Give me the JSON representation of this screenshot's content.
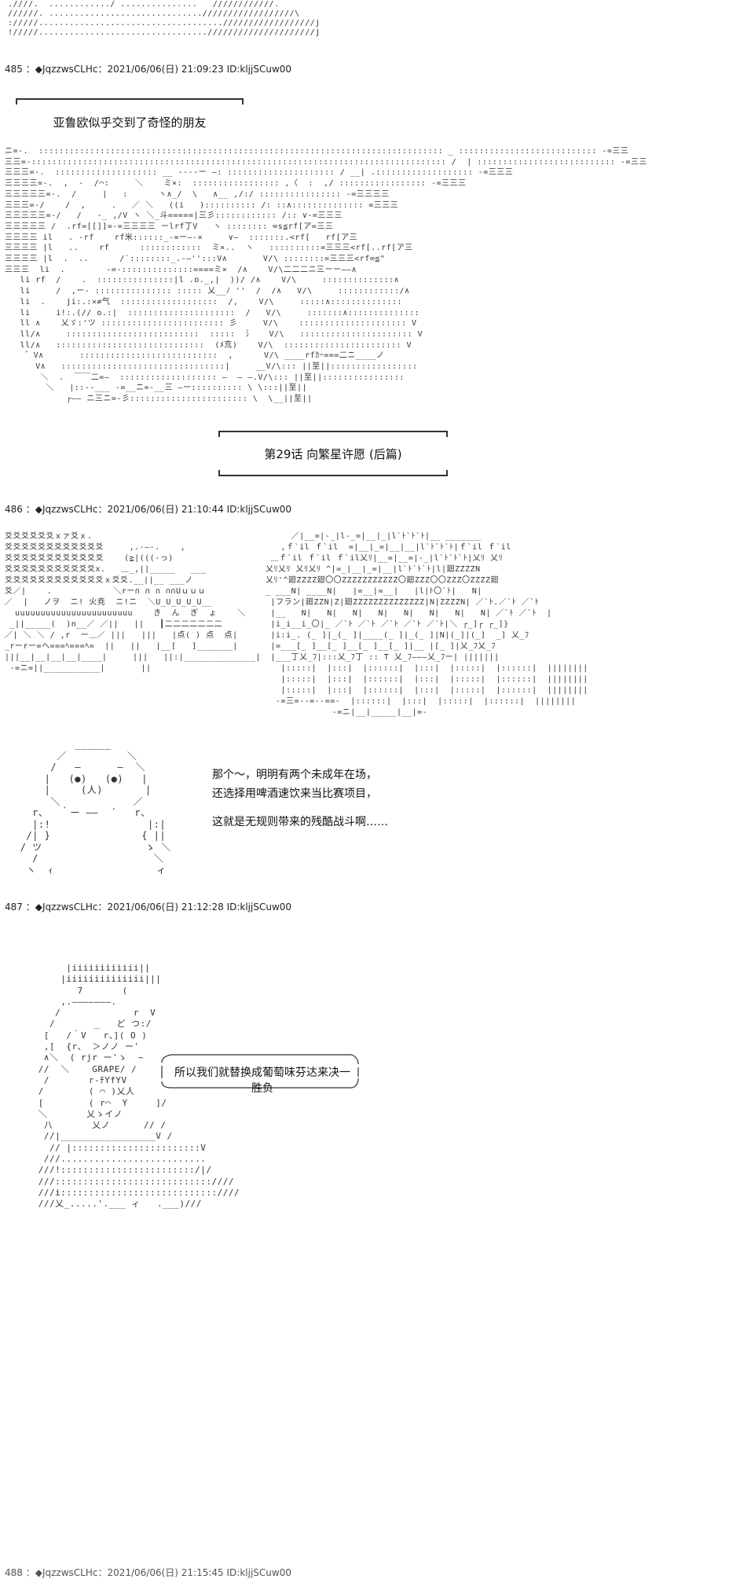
{
  "top_art": {
    "lines": [
      ".////.  ............/ ...............   ////////////.",
      "//////. ..............................//////////////////\\",
      "://///....................................//////////////////j",
      "!/////................................./////////////////////j"
    ]
  },
  "posts": [
    {
      "number": "485",
      "separator": "：",
      "name": "◆JqzzwsCLHc",
      "date": "2021/06/06(日) 21:09:23",
      "id": "ID:kljjSCuw00"
    },
    {
      "number": "486",
      "separator": "：",
      "name": "◆JqzzwsCLHc",
      "date": "2021/06/06(日) 21:10:44",
      "id": "ID:kljjSCuw00"
    },
    {
      "number": "487",
      "separator": "：",
      "name": "◆JqzzwsCLHc",
      "date": "2021/06/06(日) 21:12:28",
      "id": "ID:kljjSCuw00"
    }
  ],
  "post485": {
    "title": "亚鲁欧似乎交到了奇怪的朋友",
    "episode": "第29话    向繁星许愿    (后篇)",
    "art": [
      "ニ=-.  ::::::::::::::::::::::::::::::::::::::::::::::::::::::::::::::::::::::::::::::: _ ::::::::::::::::::::::::::: -=三三",
      "三三=-::::::::::::::::::::::::::::::::::::::::::::::::::::::::::::::::::::::::::::::::: /  | ::::::::::::::::::::::::::: -=三三",
      "三三三=-.  :::::::::::::::::::: __ ----ー ―: ::::::::::::::::::::: / __| .::::::::::::::::::: -=三三三",
      "三三三三=-.  ,  -  /⌒:     ＼    ミ×:  ::::::::::::::::: ,〈  :  ,/ ::::::::::::::::: -=三三三",
      "三三三三三=-.  /     |   :      ヽ∧_/  \\   ∧__ ,/:/ :::::::::::::::: -=三三三三",
      "三三三=-/    /  ,     .   ／ ＼   ((i   ):::::::::: /: ::∧:::::::::::::: =三三三",
      "三三三三三=-/   /   -_ ,/V ヽ ＼_斗=====|三彡:::::::::::: /:: ∨-=三三三",
      "三三三三三 /  .rf=[[]]=-=三三三三 ーlrf丁V   ヽ :::::::: ∞s≦rf[ア=三三",
      "三三三三 il   . -rf    rf米::::::_-=ー―-×     ∨―  :::::::.<rf[   rf[ア三",
      "三三三三 |l   ..    rf      ::::::::::::  ミ×..  ヽ   ::::::::::=三三三<rf[..rf[ア三",
      "三三三三 |l  .  ..      /`::::::::_.-―'':::V∧       V/\\ ::::::::=三三三<rf∞≦\"",
      "三三三  li  .        -=-::::::::::::::====ミ×  /∧    V/\\二二二ニ三ーー――∧",
      "   li rf  /    .  :::::::::::::::|l .o._,|  ))/ /∧    V/\\     ::::::::::::::∧",
      "   li     /  ,ー- ::::::::::::::: ::::: 乂__ﾉ ''  /  /∧   V/\\     ::::::::::::/∧",
      "   li  .    ji:.:×≠气  :::::::::::::::::::  /,    V/\\     :::::∧::::::::::::::",
      "   li     i!:.(// o.:|  :::::::::::::::::::::  /   V/\\     :::::::∧::::::::::::::",
      "   ll ∧    乂ゞ:'ツ :::::::::::::::::::::::: 彡     V/\\    ::::::::::::::::::::: V",
      "   ll/∧     ::::::::::::::::::::::::::  :::::  氵   V/\\   :::::::::::::::::::::: V",
      "   ll/∧   :::::::::::::::::::::::::::::  (ﾒ㐬)    V/\\  ::::::::::::::::::::::: V",
      "    ゛V∧       :::::::::::::::::::::::::::  ,      V/\\ ____rfｶｰ===二ニ____ノ",
      "      V∧   ::::::::::::::::::::::::::::::::|     __V/\\::: ||至||:::::::::::::::::",
      "       ＼  .  ￣￣二=―  ::::::::::::::::::: ―  ― ―.V/\\::: ||至||::::::::::::::::",
      "        ＼   |::--___ -=__ニ=-__三 ―ー:::::::::: \\ \\:::||至||",
      "            ┌―― ニ三ニ=-彡::::::::::::::::::::::: \\  \\__||至||"
    ]
  },
  "post486": {
    "art_left": [
      "爻爻爻爻爻爻ｘァ爻ｘ.",
      "爻爻爻爻爻爻爻爻爻爻爻爻     ,.-―-.    ,",
      "爻爻爻爻爻爻爻爻爻爻爻爻    (≧|(((-っ)",
      "爻爻爻爻爻爻爻爻爻爻爻x.   ＿_,||_____   ___",
      "爻爻爻爻爻爻爻爻爻爻爻爻ｘ爻爻.__||__ ___ノ",
      "爻／|    .            ＼rー∩ ∩ ∩ ∩∩Uｕｕｕ",
      "／  |   ノヲ  ニ! 火尭  ニ!ニ  ＼U_U_U_U_U__",
      "  uuuuuuuuuuuuuuuuuuuuuuu    き  ん  ぎ  ょ    ＼",
      " _||_____(  )n__／ ／||   ||   ┃二二二二二二二",
      "／| ＼ ＼ / ,r  ー＿／ |||   |||   |点( ) 点  点|",
      "_rーrー=ヘ===ﾍ===ﾍ=  ||   ||   |__[   ]_______|",
      "|||__|__|__|__|____|     |||   ||:|______________|",
      " -=ニ=||___________|       ||"
    ],
    "art_right": [
      "     ／|__=|-_|l-_=|__|_|l`ﾄ`ﾄ`ﾄ|__ _______",
      "   ,ｆ`il ｆ`il  =|__|_=|__|__|l`ﾄ`ﾄ`ﾄ|ｆ`il ｆ`il",
      " ＿ｆ`il ｆ`il ｆ`il乂ﾘ|__=|__=|-_|l`ﾄ`ﾄ`ﾄ|乂ﾘ 乂ﾘ",
      "乂ﾘ乂ﾘ 乂ﾘ乂ﾘ ^|=_|__|_=|__|l`ﾄ`ﾄ`ﾄ|l|廻ZZZZN",
      "乂ﾘ'^廻ZZZZ廻〇〇ZZZZZZZZZZZ〇廻ZZZ〇〇ZZZ〇ZZZZ廻",
      "_ ___N| ____N|   |=__|=__|   |l|ﾄ〇`ﾄ|   N|",
      " |フラン|廻ZZN|Z|廻ZZZZZZZZZZZZZZ|N|ZZZZN| ／`ﾄ.／`ﾄ ／`ﾄ",
      " |__   N|   N|   N|   N|   N|   N|   N|   N| ／`ﾄ ／`ﾄ  |",
      " |i_i__i_〇|_ ／`ﾄ ／`ﾄ ／`ﾄ ／`ﾄ ／`ﾄ|＼ ┌_]┌ ┌_]}",
      " |i:i_. (_ ]|_(_ ]|____(_ ]|_(_ ]|N|(_]|(_]  _] 乂_ﾌ",
      " |=___[_ ]__[_ ]__[_ ]__[_ ]|__ |[_ ]|乂_ﾌ乂_ﾌ",
      " |___丁乂_ﾌ|:::乂_ﾌ丁 :: T 乂_ﾌ―――乂_ﾌー| |||||||",
      "   |:::::|  |:::|  |::::::|  |:::|  |:::::|  |::::::|  ||||||||",
      "   |:::::|  |:::|  |::::::|  |:::|  |:::::|  |::::::|  ||||||||",
      "   |:::::|  |:::|  |::::::|  |:::|  |:::::|  |::::::|  ||||||||",
      "  -=三=--=--==-  |::::::|  |:::|  |:::::|  |::::::|  ||||||||",
      "             -=ニ|__|_____|__|=-"
    ],
    "character_art": [
      "          ______",
      "       ／          ＼",
      "      /   ―      ―  ＼",
      "     |   (●)   (●)   |",
      "     |     (人)       |",
      "      ＼            ／",
      "   r、  ｀ー ――  ´   r、",
      "   |:!                |:|",
      "  /| }               { ||",
      " / ツ                 ゝ ＼",
      "   /                   ＼ ",
      "  ヽ  ｨ                 ィ"
    ],
    "dialog": [
      "那个～，明明有两个未成年在场，",
      "还选择用啤酒速饮来当比赛项目，",
      "",
      "这就是无规则带来的残酷战斗啊……"
    ]
  },
  "post487": {
    "character_art": [
      "           |iiiiiiiiiiii||",
      "          |iiiiiiiiiiiiii|||",
      "             7       (",
      "          ,.―――――――.",
      "         /             r  V",
      "        /       _   ど つ:/",
      "       [   /｀V   r、]( O )",
      "       ,[  {r、 ＞ノノ ー'",
      "       ∧＼  ( rjr ー'ゝ  ~",
      "      //  ＼    GRAPE/ /",
      "       /       r-ﾁYfYV",
      "      /        ( ⌒ )乂人",
      "      [        ( r⌒  Y     ]/",
      "      ＼       乂ゝイノ",
      "       八       乂ノ      // /",
      "       //|_________________V /",
      "        // |:::::::::::::::::::::::V",
      "       ///..........................",
      "      ///!::::::::::::::::::::::::/|/",
      "      ///::::::::::::::::::::::::::::////",
      "      ///i::::::::::::::::::::::::::::////",
      "      ///乂_.....'.___ ィ   .___)///"
    ],
    "speech": "所以我们就替换成葡萄味芬达来决一胜负"
  },
  "footer_fragment": "488 ：◆JqzzwsCLHc：2021/06/06(日) 21:15:45 ID:kljjSCuw00"
}
